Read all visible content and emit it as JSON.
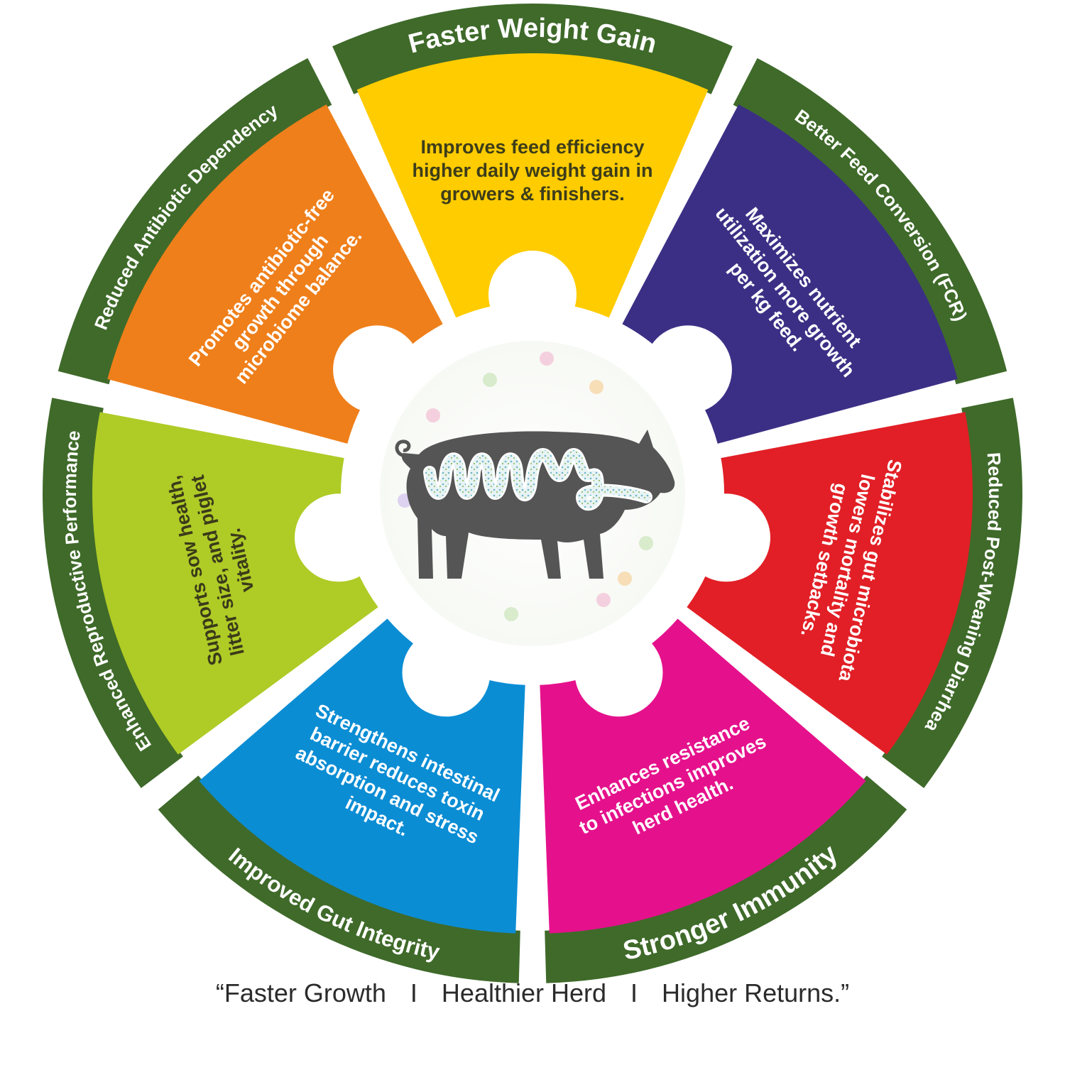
{
  "segments": [
    {
      "id": "faster-weight-gain",
      "title": "Faster Weight Gain",
      "desc": [
        "Improves feed efficiency",
        "higher daily weight gain in",
        "growers & finishers."
      ],
      "color": "#ffcc00",
      "text_color": "#3d3d1a"
    },
    {
      "id": "better-fcr",
      "title": "Better Feed Conversion (FCR)",
      "desc": [
        "Maximizes nutrient",
        "utilization more growth",
        "per kg feed."
      ],
      "color": "#3b2f85",
      "text_color": "#ffffff"
    },
    {
      "id": "reduced-diarrhea",
      "title": "Reduced Post-Weaning Diarrhea",
      "desc": [
        "Stabilizes gut microbiota",
        "lowers mortality and",
        "growth setbacks."
      ],
      "color": "#e21f26",
      "text_color": "#ffffff"
    },
    {
      "id": "stronger-immunity",
      "title": "Stronger Immunity",
      "desc": [
        "Enhances resistance",
        "to infections improves",
        "herd health."
      ],
      "color": "#e5118c",
      "text_color": "#ffffff"
    },
    {
      "id": "gut-integrity",
      "title": "Improved Gut Integrity",
      "desc": [
        "Strengthens intestinal",
        "barrier reduces toxin",
        "absorption and stress",
        "impact."
      ],
      "color": "#0b8dd4",
      "text_color": "#ffffff"
    },
    {
      "id": "reproductive-performance",
      "title": "Enhanced Reproductive Performance",
      "desc": [
        "Supports sow health,",
        "litter size, and piglet",
        "vitality."
      ],
      "color": "#afcb26",
      "text_color": "#3a3a1a"
    },
    {
      "id": "reduced-antibiotic",
      "title": "Reduced Antibiotic Dependency",
      "desc": [
        "Promotes antibiotic-free",
        "growth through",
        "microbiome balance."
      ],
      "color": "#ef7f1a",
      "text_color": "#ffffff"
    }
  ],
  "ring_color": "#3f6a2a",
  "pig_color": "#555555",
  "tagline": {
    "part1": "“Faster Growth",
    "sep1": "I",
    "part2": "Healthier Herd",
    "sep2": "I",
    "part3": "Higher Returns.”"
  }
}
